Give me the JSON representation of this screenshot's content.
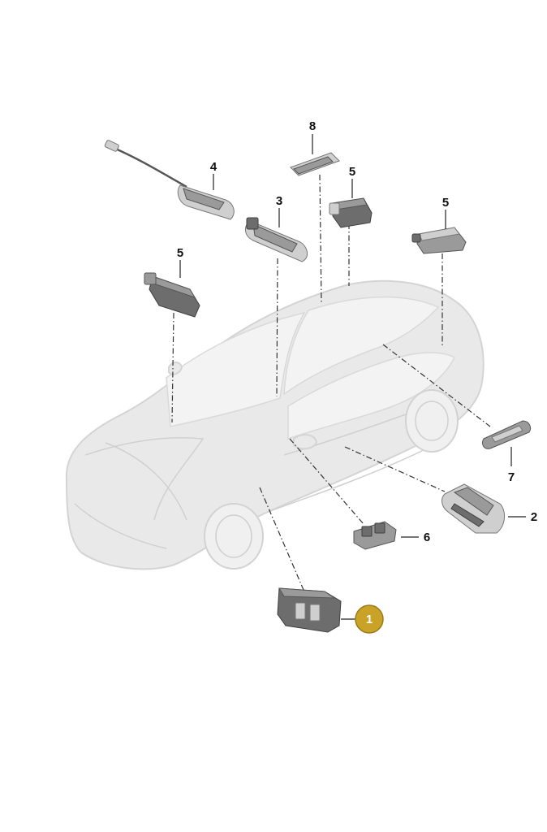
{
  "callouts": {
    "c1": "1",
    "c2": "2",
    "c3": "3",
    "c4": "4",
    "c5a": "5",
    "c5b": "5",
    "c5c": "5",
    "c6": "6",
    "c7": "7",
    "c8": "8"
  },
  "colors": {
    "highlight": "#c9a227",
    "car": "#e9e9e9",
    "part": "#6d6d6d"
  }
}
